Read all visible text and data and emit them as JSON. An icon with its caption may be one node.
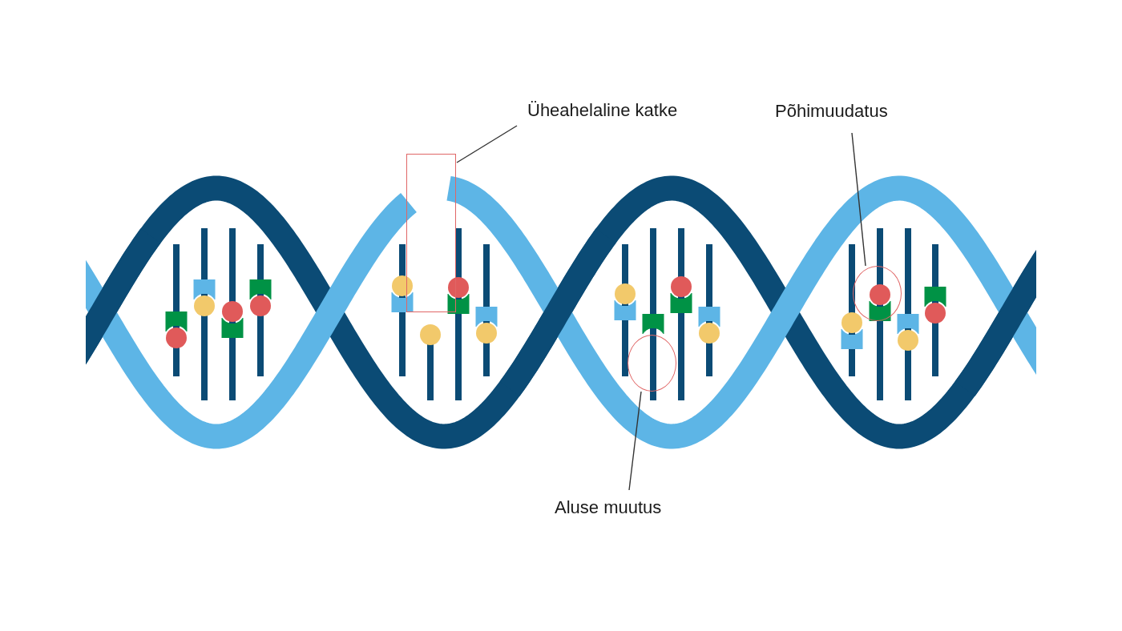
{
  "diagram": {
    "nodes": [
      {
        "text": [
          "Üheahelaline katke"
        ]
      },
      {
        "text": [],
        "shape": "box"
      },
      {
        "text": [
          "Põhimuudatus"
        ]
      },
      {
        "text": [],
        "shape": "circle"
      },
      {
        "text": [],
        "shape": "circle"
      },
      {
        "text": [
          "Aluse muutus"
        ]
      }
    ],
    "edges": [
      {
        "from": 0,
        "to": 1,
        "arrow": "none"
      },
      {
        "from": 2,
        "to": 3,
        "arrow": "none"
      },
      {
        "from": 5,
        "to": 4,
        "arrow": "none"
      }
    ]
  }
}
